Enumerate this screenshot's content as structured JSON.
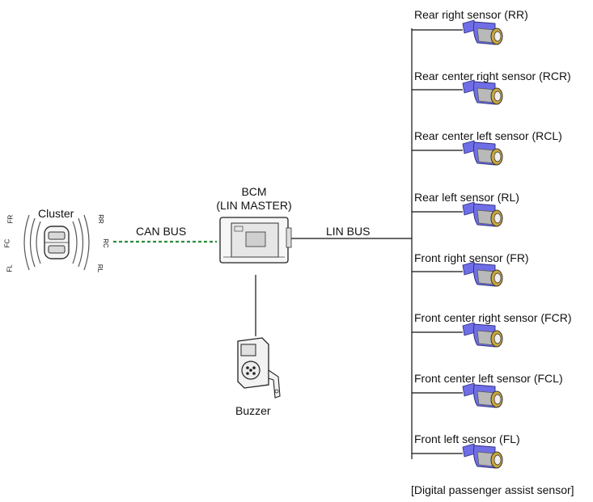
{
  "cluster": {
    "label": "Cluster",
    "zones": {
      "fr": "FR",
      "fc": "FC",
      "fl": "FL",
      "rr": "RR",
      "rc": "RC",
      "rl": "RL"
    }
  },
  "can_bus": {
    "label": "CAN BUS",
    "color": "#2e8b3d"
  },
  "bcm": {
    "name": "BCM",
    "role": "(LIN MASTER)"
  },
  "lin_bus": {
    "label": "LIN BUS"
  },
  "buzzer": {
    "label": "Buzzer"
  },
  "sensors": [
    {
      "label": "Rear right sensor (RR)"
    },
    {
      "label": "Rear center right sensor (RCR)"
    },
    {
      "label": "Rear center left sensor (RCL)"
    },
    {
      "label": "Rear left sensor (RL)"
    },
    {
      "label": "Front right sensor (FR)"
    },
    {
      "label": "Front center right sensor (FCR)"
    },
    {
      "label": "Front center left sensor (FCL)"
    },
    {
      "label": "Front left sensor (FL)"
    }
  ],
  "sensor_group_label": "[Digital passenger assist sensor]",
  "colors": {
    "sensor_body": "#6f6ee6",
    "sensor_cap": "#c9a53c",
    "wire": "#111111"
  }
}
